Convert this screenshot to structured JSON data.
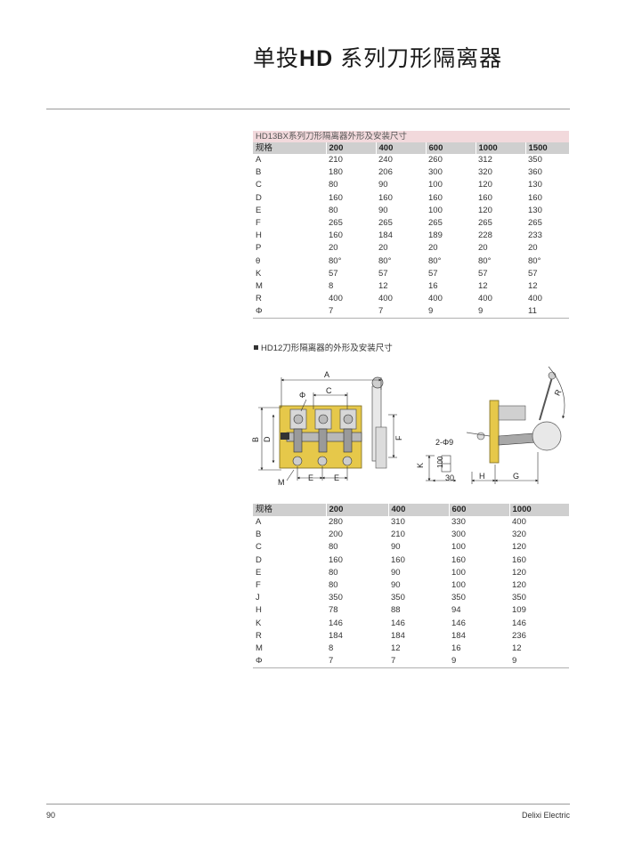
{
  "page": {
    "title_prefix": "单投",
    "title_hd": "HD",
    "title_suffix": " 系列刀形隔离器",
    "page_number": "90",
    "brand": "Delixi Electric"
  },
  "table1": {
    "caption": "HD13BX系列刀形隔离器外形及安装尺寸",
    "headers": [
      "规格",
      "200",
      "400",
      "600",
      "1000",
      "1500"
    ],
    "rows": [
      [
        "A",
        "210",
        "240",
        "260",
        "312",
        "350"
      ],
      [
        "B",
        "180",
        "206",
        "300",
        "320",
        "360"
      ],
      [
        "C",
        "80",
        "90",
        "100",
        "120",
        "130"
      ],
      [
        "D",
        "160",
        "160",
        "160",
        "160",
        "160"
      ],
      [
        "E",
        "80",
        "90",
        "100",
        "120",
        "130"
      ],
      [
        "F",
        "265",
        "265",
        "265",
        "265",
        "265"
      ],
      [
        "H",
        "160",
        "184",
        "189",
        "228",
        "233"
      ],
      [
        "P",
        "20",
        "20",
        "20",
        "20",
        "20"
      ],
      [
        "θ",
        "80°",
        "80°",
        "80°",
        "80°",
        "80°"
      ],
      [
        "K",
        "57",
        "57",
        "57",
        "57",
        "57"
      ],
      [
        "M",
        "8",
        "12",
        "16",
        "12",
        "12"
      ],
      [
        "R",
        "400",
        "400",
        "400",
        "400",
        "400"
      ],
      [
        "Φ",
        "7",
        "7",
        "9",
        "9",
        "11"
      ]
    ]
  },
  "section2": {
    "title": "HD12刀形隔离器的外形及安装尺寸"
  },
  "drawing_labels": {
    "A": "A",
    "C": "C",
    "phi": "Φ",
    "B": "B",
    "D": "D",
    "F": "F",
    "M": "M",
    "E1": "E",
    "E2": "E",
    "K": "K",
    "hundred": "100",
    "thirty": "30",
    "H": "H",
    "G": "G",
    "R": "R",
    "two_phi9": "2-Φ9"
  },
  "table2": {
    "headers": [
      "规格",
      "200",
      "400",
      "600",
      "1000"
    ],
    "rows": [
      [
        "A",
        "280",
        "310",
        "330",
        "400"
      ],
      [
        "B",
        "200",
        "210",
        "300",
        "320"
      ],
      [
        "C",
        "80",
        "90",
        "100",
        "120"
      ],
      [
        "D",
        "160",
        "160",
        "160",
        "160"
      ],
      [
        "E",
        "80",
        "90",
        "100",
        "120"
      ],
      [
        "F",
        "80",
        "90",
        "100",
        "120"
      ],
      [
        "J",
        "350",
        "350",
        "350",
        "350"
      ],
      [
        "H",
        "78",
        "88",
        "94",
        "109"
      ],
      [
        "K",
        "146",
        "146",
        "146",
        "146"
      ],
      [
        "R",
        "184",
        "184",
        "184",
        "236"
      ],
      [
        "M",
        "8",
        "12",
        "16",
        "12"
      ],
      [
        "Φ",
        "7",
        "7",
        "9",
        "9"
      ]
    ]
  }
}
